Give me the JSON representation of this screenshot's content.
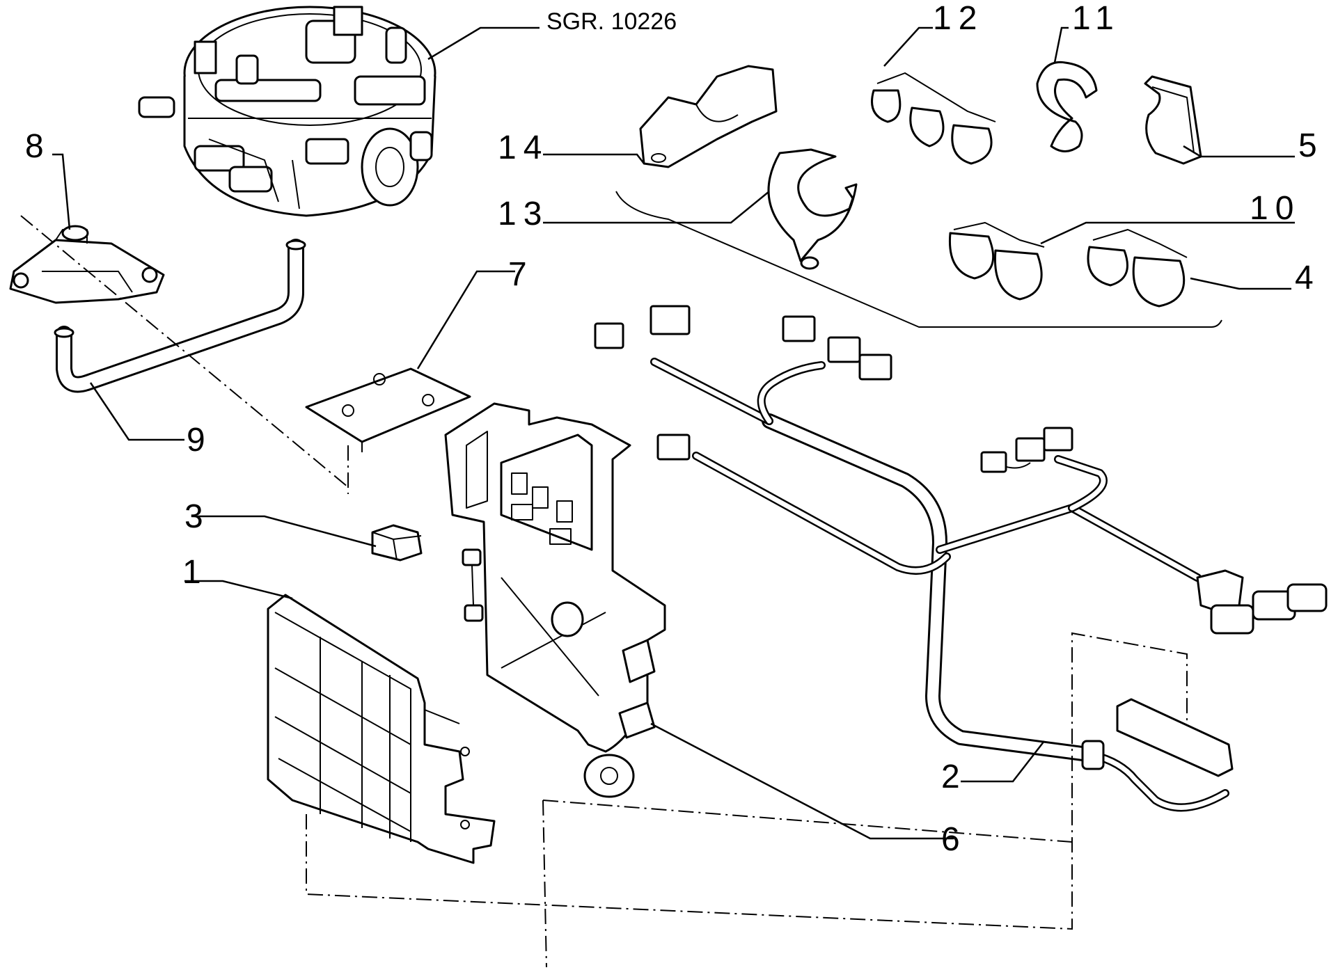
{
  "reference": "SGR. 10226",
  "callouts": {
    "c1": "1",
    "c2": "2",
    "c3": "3",
    "c4": "4",
    "c5": "5",
    "c6": "6",
    "c7": "7",
    "c8": "8",
    "c9": "9",
    "c10": "10",
    "c11": "11",
    "c12": "12",
    "c13": "13",
    "c14": "14"
  }
}
